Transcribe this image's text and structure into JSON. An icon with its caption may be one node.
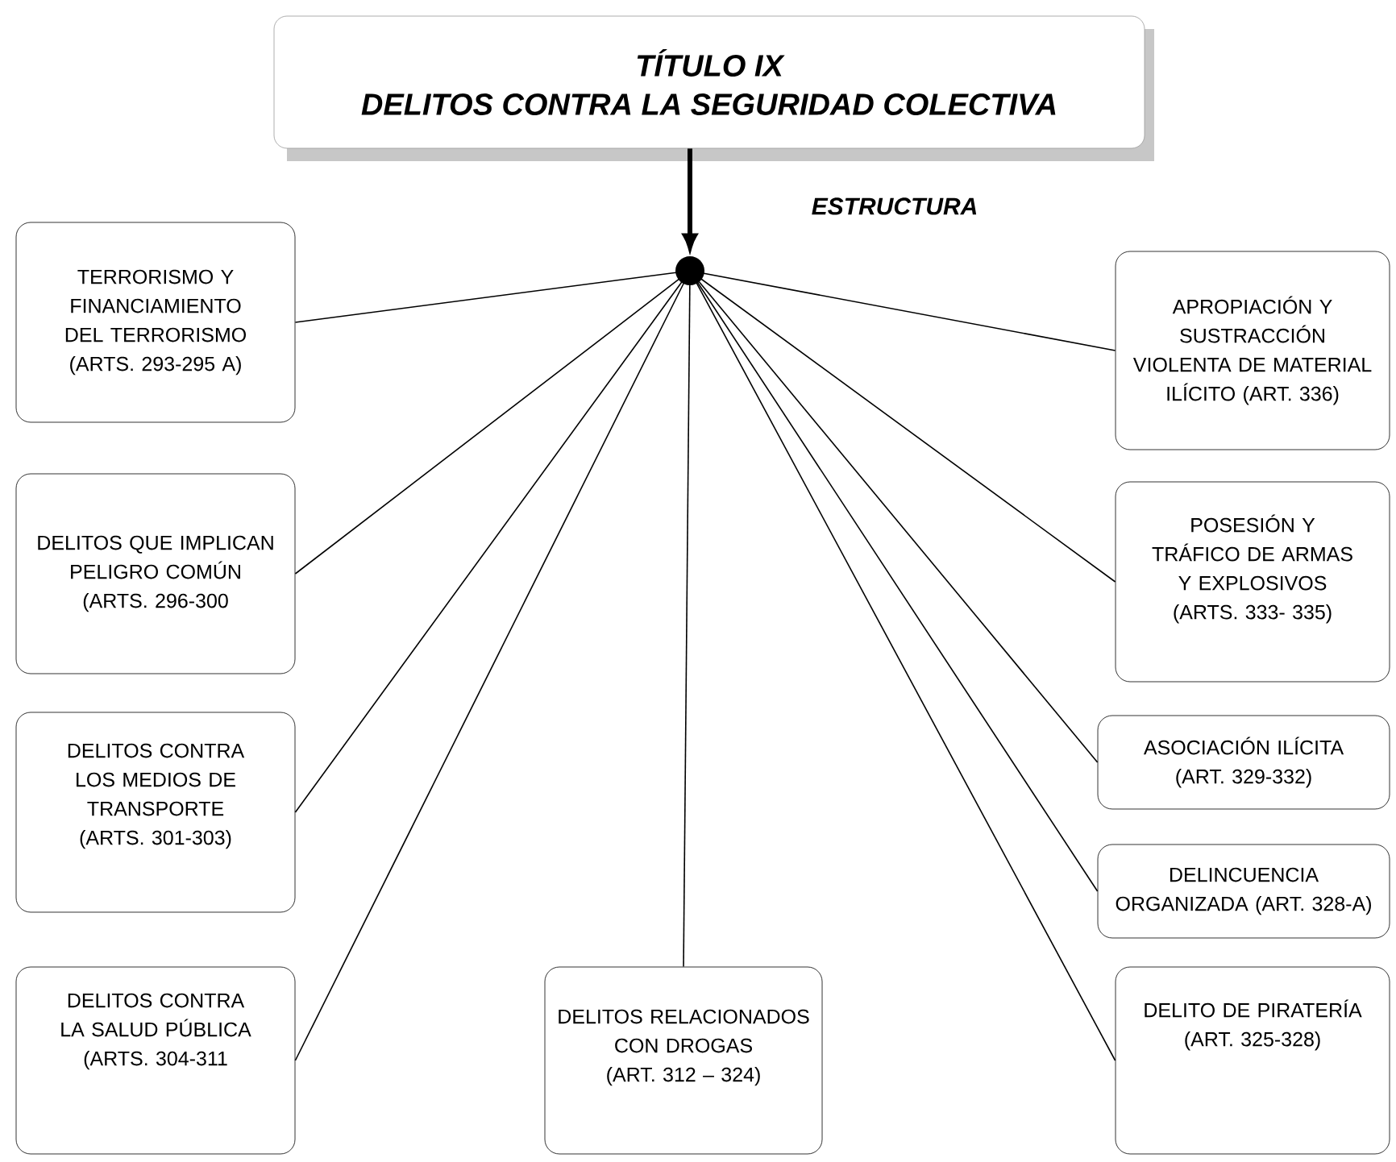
{
  "diagram": {
    "nodes": [
      {
        "text": [
          "TÍTULO IX",
          "DELITOS CONTRA LA SEGURIDAD COLECTIVA"
        ]
      },
      {
        "text": [],
        "shape": "circle"
      },
      {
        "text": [
          "TERRORISMO Y FINANCIAMIENTO DEL TERRORISMO (ARTS. 293-295 A)"
        ]
      },
      {
        "text": [
          "DELITOS QUE IMPLICAN PELIGRO COMÚN (ARTS. 296-300"
        ]
      },
      {
        "text": [
          "DELITOS CONTRA LOS MEDIOS DE TRANSPORTE (ARTS. 301-303)"
        ]
      },
      {
        "text": [
          "DELITOS CONTRA LA SALUD PÚBLICA (ARTS. 304-311"
        ]
      },
      {
        "text": [
          "DELITOS RELACIONADOS CON DROGAS (ART. 312 – 324)"
        ]
      },
      {
        "text": [
          "APROPIACIÓN Y SUSTRACCIÓN VIOLENTA DE MATERIAL ILÍCITO (ART. 336)"
        ]
      },
      {
        "text": [
          "POSESIÓN Y TRÁFICO DE ARMAS Y EXPLOSIVOS (ARTS. 333- 335)"
        ]
      },
      {
        "text": [
          "ASOCIACIÓN ILÍCITA (ART. 329-332)"
        ]
      },
      {
        "text": [
          "DELINCUENCIA ORGANIZADA (ART. 328-A)"
        ]
      },
      {
        "text": [
          "DELITO DE PIRATERÍA (ART. 325-328)"
        ]
      }
    ],
    "edges": [
      {
        "from": 0,
        "to": 1,
        "arrow": "to",
        "style": "thick"
      },
      {
        "from": 1,
        "to": 2,
        "arrow": "none"
      },
      {
        "from": 1,
        "to": 3,
        "arrow": "none"
      },
      {
        "from": 1,
        "to": 4,
        "arrow": "none"
      },
      {
        "from": 1,
        "to": 5,
        "arrow": "none"
      },
      {
        "from": 1,
        "to": 6,
        "arrow": "none"
      },
      {
        "from": 1,
        "to": 7,
        "arrow": "none"
      },
      {
        "from": 1,
        "to": 8,
        "arrow": "none"
      },
      {
        "from": 1,
        "to": 9,
        "arrow": "none"
      },
      {
        "from": 1,
        "to": 10,
        "arrow": "none"
      },
      {
        "from": 1,
        "to": 11,
        "arrow": "none"
      }
    ],
    "labels": [
      "ESTRUCTURA"
    ]
  }
}
